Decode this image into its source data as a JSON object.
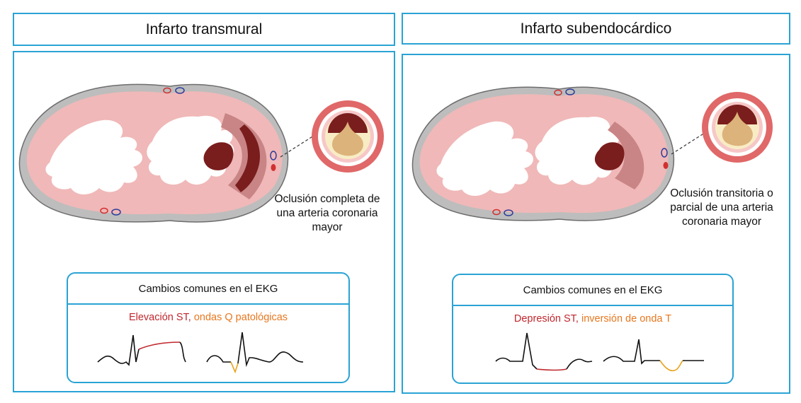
{
  "left": {
    "title": "Infarto transmural",
    "caption_lines": [
      "Oclusión completa de",
      "una arteria coronaria",
      "mayor"
    ],
    "ekg": {
      "header": "Cambios comunes en el EKG",
      "change_primary": "Elevación ST,",
      "change_secondary": "ondas Q patológicas"
    }
  },
  "right": {
    "title": "Infarto subendocárdico",
    "caption_lines": [
      "Oclusión transitoria o",
      "parcial de una arteria",
      "coronaria mayor"
    ],
    "ekg": {
      "header": "Cambios comunes en el EKG",
      "change_primary": "Depresión ST,",
      "change_secondary": "inversión de onda T"
    }
  },
  "colors": {
    "border": "#2aa3d4",
    "myocardium": "#f0b8b8",
    "pericardium": "#bdbdbd",
    "infarct_dark": "#7a1d1d",
    "infarct_zone": "#c98585",
    "st_segment": "#c0272d",
    "q_t_wave": "#e8a31e",
    "artery_wall": "#e06868",
    "plaque": "#dcb37a",
    "vessel_red": "#d23030",
    "vessel_blue": "#2b3b9a"
  },
  "icons": [
    "heart-cross-section",
    "coronary-artery-cross-section",
    "ekg-trace"
  ]
}
